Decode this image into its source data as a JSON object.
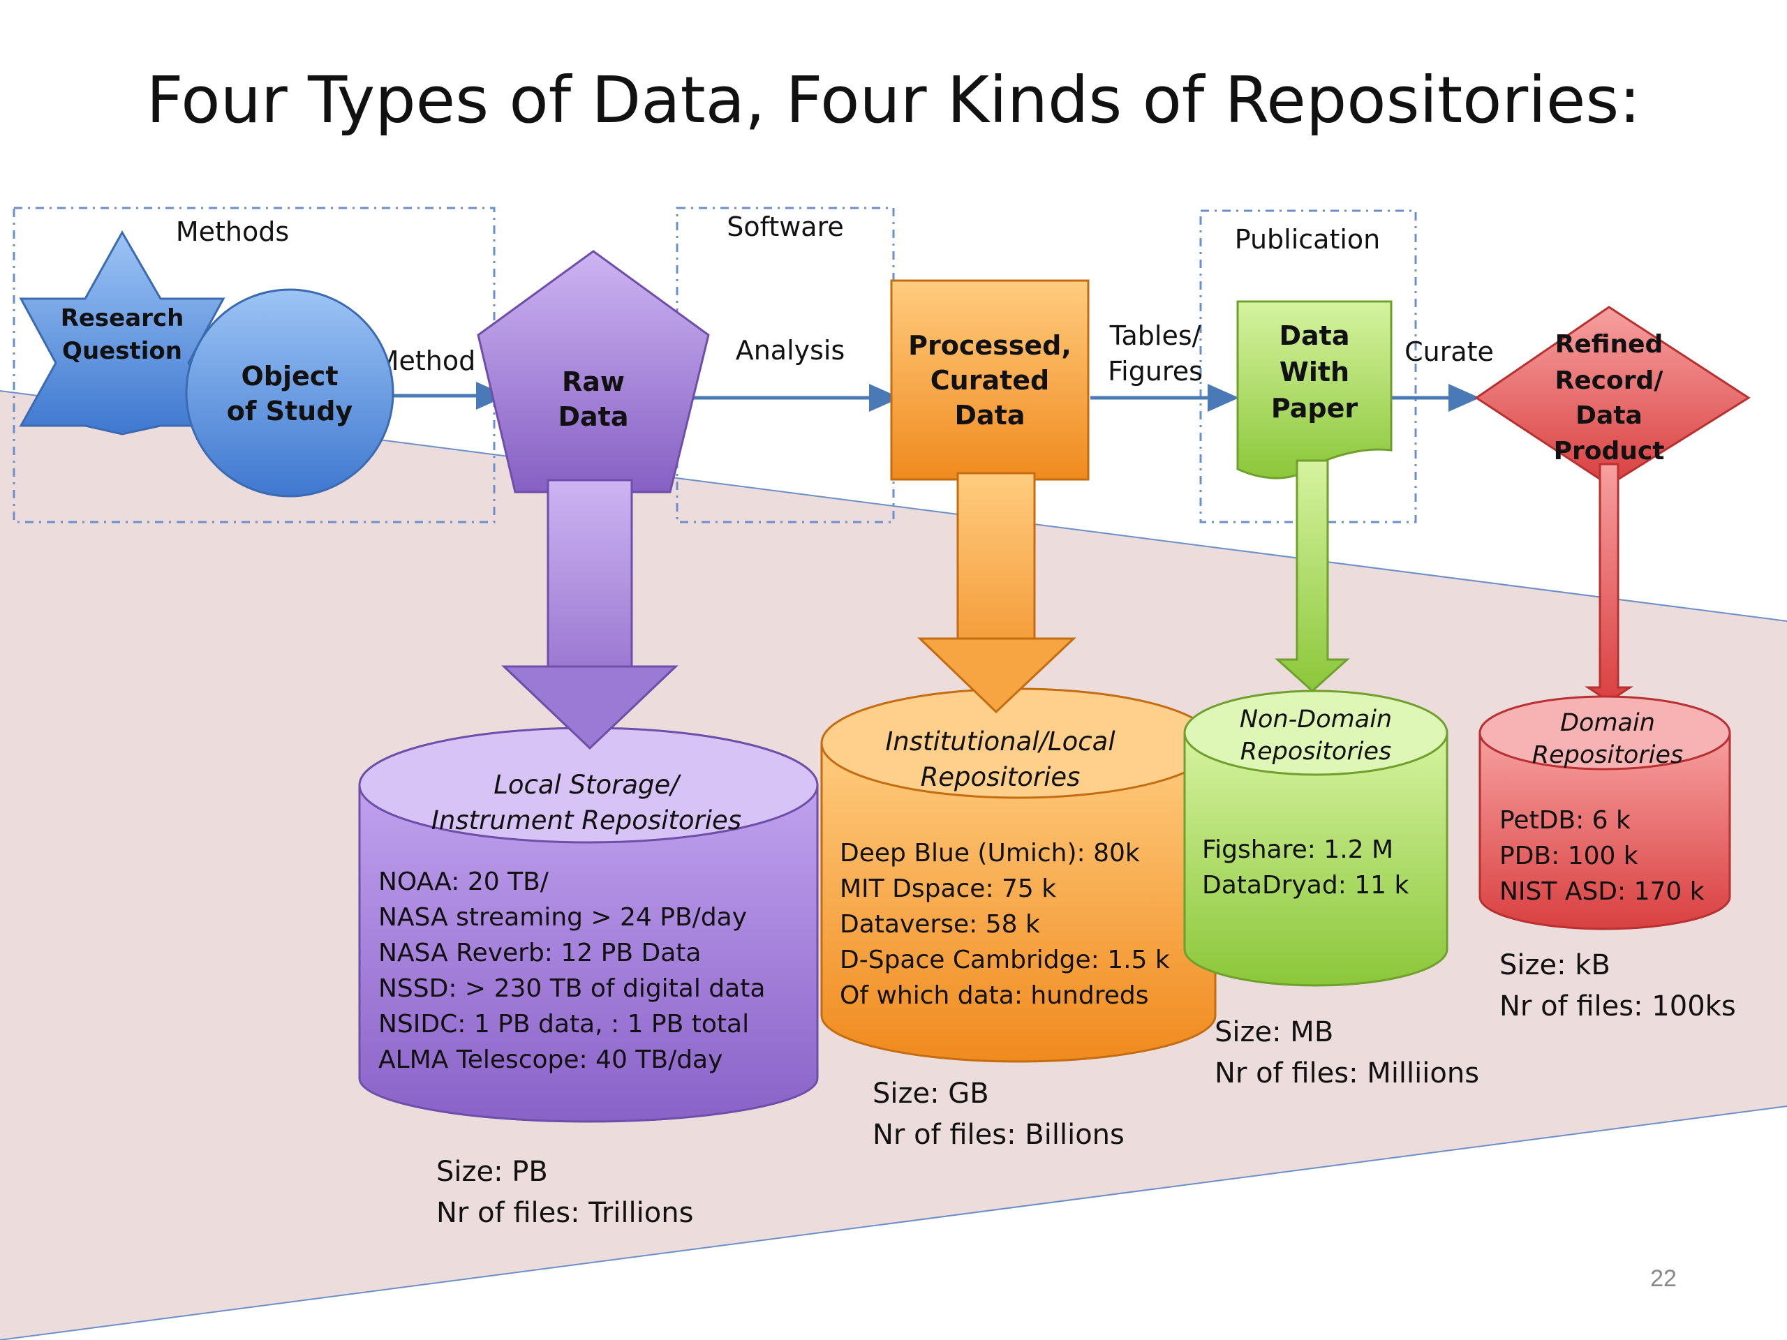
{
  "slide": {
    "title": "Four Types of Data, Four Kinds of Repositories:",
    "page_number": "22"
  },
  "groups": {
    "methods": "Methods",
    "software": "Software",
    "publication": "Publication"
  },
  "nodes": {
    "research_question": [
      "Research",
      "Question"
    ],
    "object_of_study": [
      "Object",
      "of Study"
    ],
    "raw_data": [
      "Raw",
      "Data"
    ],
    "processed_data": [
      "Processed,",
      "Curated",
      "Data"
    ],
    "data_with_paper": [
      "Data",
      "With",
      "Paper"
    ],
    "refined_record": [
      "Refined",
      "Record/",
      "Data",
      "Product"
    ]
  },
  "edges": {
    "method": "Method",
    "analysis": "Analysis",
    "tables_figures": [
      "Tables/",
      "Figures"
    ],
    "curate": "Curate"
  },
  "repositories": {
    "local": {
      "title": [
        "Local Storage/",
        "Instrument Repositories"
      ],
      "items": [
        "NOAA: 20 TB/",
        "NASA streaming > 24 PB/day",
        "NASA Reverb: 12 PB Data",
        "NSSD: > 230 TB of digital data",
        "NSIDC: 1 PB data, : 1 PB total",
        "ALMA Telescope: 40 TB/day"
      ],
      "size": "Size: PB",
      "files": "Nr of files: Trillions"
    },
    "institutional": {
      "title": [
        "Institutional/Local",
        "Repositories"
      ],
      "items": [
        "Deep Blue (Umich): 80k",
        "MIT Dspace: 75 k",
        "Dataverse: 58 k",
        "D-Space Cambridge: 1.5 k",
        "Of which data: hundreds"
      ],
      "size": "Size: GB",
      "files": "Nr of files: Billions"
    },
    "non_domain": {
      "title": [
        "Non-Domain",
        "Repositories"
      ],
      "items": [
        "Figshare: 1.2 M",
        "DataDryad: 11 k"
      ],
      "size": "Size: MB",
      "files": "Nr of files: Milliions"
    },
    "domain": {
      "title": [
        "Domain",
        "Repositories"
      ],
      "items": [
        "PetDB: 6 k",
        "PDB: 100 k",
        "NIST ASD: 170 k"
      ],
      "size": "Size: kB",
      "files": "Nr of files: 100ks"
    }
  },
  "colors": {
    "background_band": "#eddcdc",
    "blue": "#4a86d6",
    "purple": "#9270cc",
    "orange": "#f39a33",
    "green": "#9fd24f",
    "red": "#e15454",
    "arrow": "#4a79b8"
  }
}
